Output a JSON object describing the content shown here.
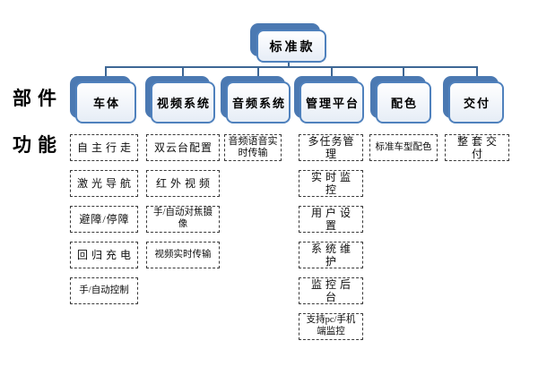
{
  "diagram": {
    "root": {
      "label": "标准款"
    },
    "row_labels": {
      "parts": "部件",
      "functions": "功能"
    },
    "columns": [
      {
        "id": "car-body",
        "label": "车体",
        "functions": [
          "自主行走",
          "激光导航",
          "避障/停障",
          "回归充电",
          "手/自动控制"
        ]
      },
      {
        "id": "video-system",
        "label": "视频系统",
        "functions": [
          "双云台配置",
          "红外视频",
          "手/自动对焦摄像",
          "视频实时传输"
        ]
      },
      {
        "id": "audio-system",
        "label": "音频系统",
        "functions": [
          "音频语音实时传输"
        ]
      },
      {
        "id": "management-platform",
        "label": "管理平台",
        "functions": [
          "多任务管理",
          "实时监控",
          "用户设置",
          "系统维护",
          "监控后台",
          "支持pc/手机端监控"
        ]
      },
      {
        "id": "color-scheme",
        "label": "配色",
        "functions": [
          "标准车型配色"
        ]
      },
      {
        "id": "delivery",
        "label": "交付",
        "functions": [
          "整套交付"
        ]
      }
    ],
    "colors": {
      "node_fill": "#4b79b2",
      "node_border": "#4f81bd",
      "connector": "#3e6795",
      "node_front_fill": "#eef2f9",
      "dashed_border": "#3a3a3a"
    }
  }
}
